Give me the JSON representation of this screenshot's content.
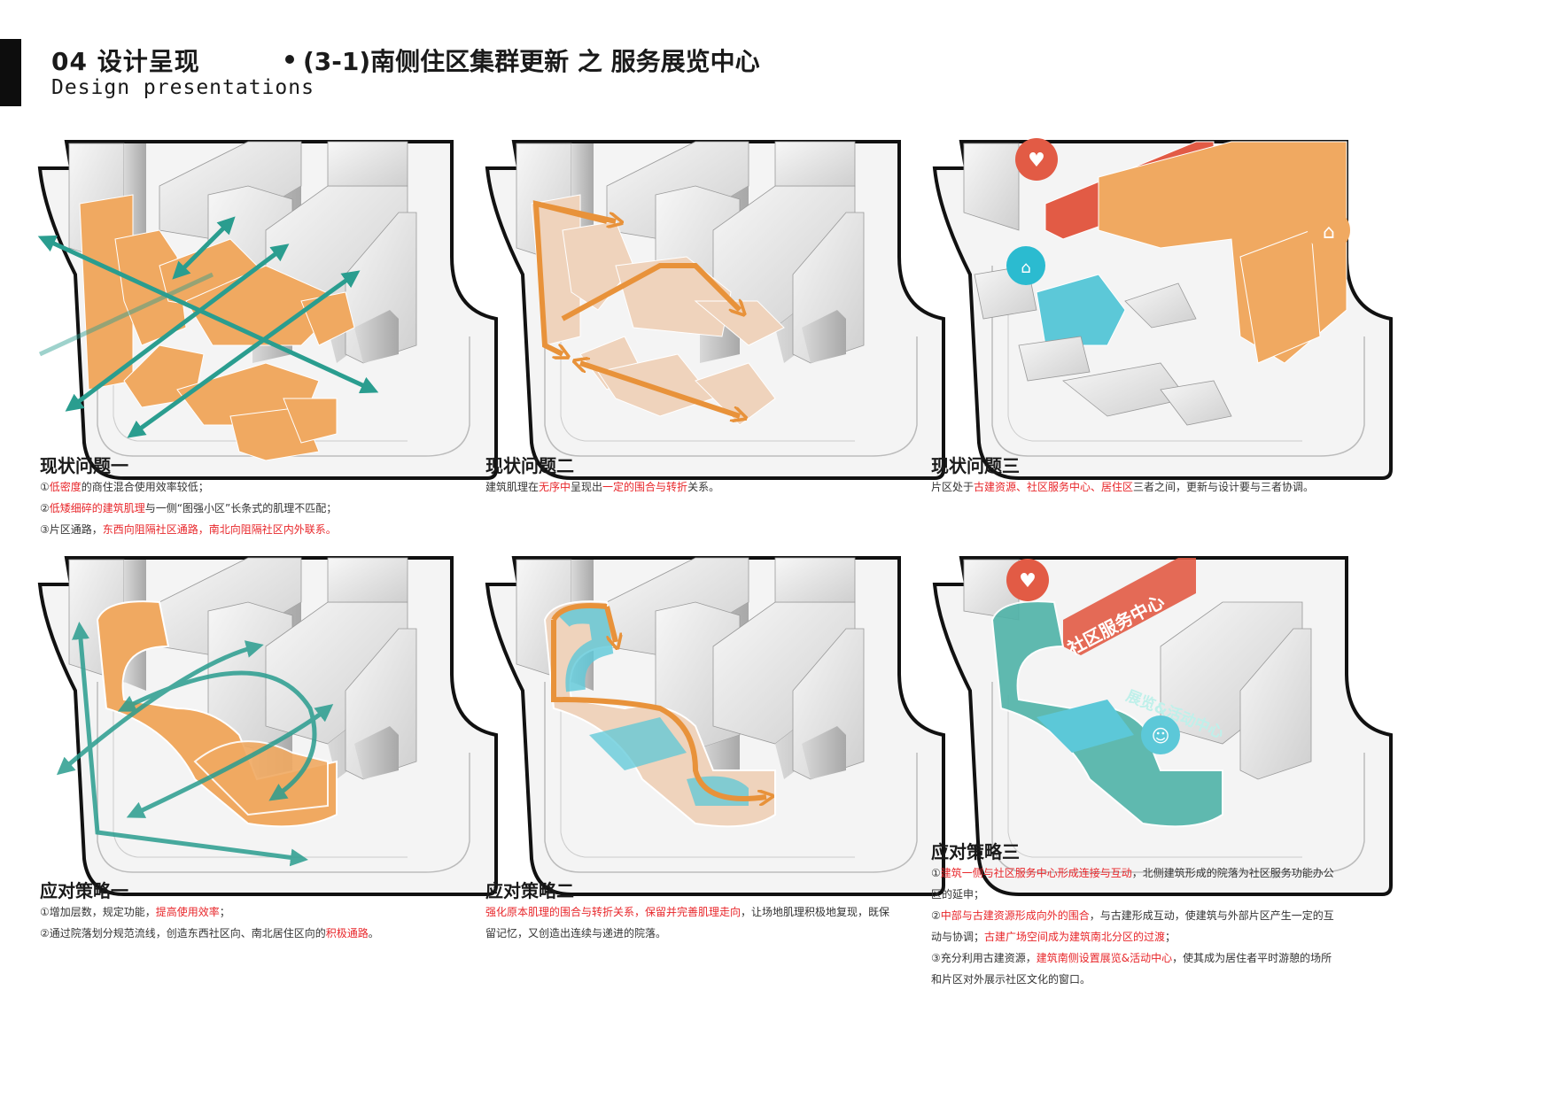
{
  "header": {
    "section": "04 设计呈现",
    "section_en": "Design presentations",
    "title": "(3-1)南侧住区集群更新 之 服务展览中心"
  },
  "colors": {
    "orange": "#f0a961",
    "teal": "#2a9d8f",
    "cyan": "#5cc8d8",
    "red": "#e25b45",
    "beige": "#efd3bc",
    "highlight": "#e8262a"
  },
  "panels": [
    {
      "title": "现状问题一",
      "lines": [
        [
          {
            "t": "①"
          },
          {
            "t": "低密度",
            "hl": true
          },
          {
            "t": "的商住混合使用效率较低；"
          }
        ],
        [
          {
            "t": "②"
          },
          {
            "t": "低矮细碎的建筑肌理",
            "hl": true
          },
          {
            "t": "与一侧“图强小区”长条式的肌理不匹配；"
          }
        ],
        [
          {
            "t": "③片区通路，"
          },
          {
            "t": "东西向阻隔社区通路，南北向阻隔社区内外联系。",
            "hl": true
          }
        ]
      ]
    },
    {
      "title": "现状问题二",
      "lines": [
        [
          {
            "t": "建筑肌理在"
          },
          {
            "t": "无序中",
            "hl": true
          },
          {
            "t": "呈现出"
          },
          {
            "t": "一定的围合与转折",
            "hl": true
          },
          {
            "t": "关系。"
          }
        ]
      ]
    },
    {
      "title": "现状问题三",
      "lines": [
        [
          {
            "t": "片区处于"
          },
          {
            "t": "古建资源、社区服务中心、居住区",
            "hl": true
          },
          {
            "t": "三者之间，更新与设计要与三者协调。"
          }
        ]
      ]
    },
    {
      "title": "应对策略一",
      "lines": [
        [
          {
            "t": "①增加层数，规定功能，"
          },
          {
            "t": "提高使用效率",
            "hl": true
          },
          {
            "t": "；"
          }
        ],
        [
          {
            "t": "②通过院落划分规范流线，创造东西社区向、南北居住区向的"
          },
          {
            "t": "积极通路",
            "hl": true
          },
          {
            "t": "。"
          }
        ]
      ]
    },
    {
      "title": "应对策略二",
      "lines": [
        [
          {
            "t": "强化原本肌理的围合与转折关系，保留并完善肌理走向",
            "hl": true
          },
          {
            "t": "，让场地肌理积极地复现，既保"
          }
        ],
        [
          {
            "t": "留记忆，又创造出连续与递进的院落。"
          }
        ]
      ]
    },
    {
      "title": "应对策略三",
      "lines": [
        [
          {
            "t": "①"
          },
          {
            "t": "建筑一侧与社区服务中心形成连接与互动",
            "hl": true
          },
          {
            "t": "，北侧建筑形成的院落为社区服务功能办公"
          }
        ],
        [
          {
            "t": "区的延申；"
          }
        ],
        [
          {
            "t": "②"
          },
          {
            "t": "中部与古建资源形成向外的围合",
            "hl": true
          },
          {
            "t": "，与古建形成互动，使建筑与外部片区产生一定的互"
          }
        ],
        [
          {
            "t": "动与协调；"
          },
          {
            "t": "古建广场空间成为建筑南北分区的过渡",
            "hl": true
          },
          {
            "t": "；"
          }
        ],
        [
          {
            "t": "③充分利用古建资源，"
          },
          {
            "t": "建筑南侧设置展览&活动中心",
            "hl": true
          },
          {
            "t": "，使其成为居住者平时游憩的场所"
          }
        ],
        [
          {
            "t": "和片区对外展示社区文化的窗口。"
          }
        ]
      ]
    }
  ],
  "diagram_labels": {
    "service_center": "社区服务中心",
    "exhibition_center": "展览&活动中心"
  },
  "icons": [
    "heart-hand-icon",
    "pagoda-icon",
    "house-icon",
    "person-icon"
  ]
}
